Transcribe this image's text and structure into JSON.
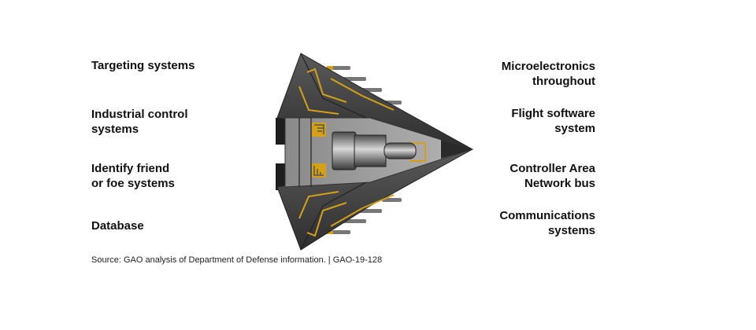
{
  "labels": {
    "targeting": [
      "Targeting systems"
    ],
    "industrial": [
      "Industrial control",
      "systems"
    ],
    "iff": [
      "Identify friend",
      "or foe systems"
    ],
    "database": [
      "Database"
    ],
    "microelectronics": [
      "Microelectronics",
      "throughout"
    ],
    "flight_software": [
      "Flight software",
      "system"
    ],
    "can_bus": [
      "Controller Area",
      "Network bus"
    ],
    "communications": [
      "Communications",
      "systems"
    ]
  },
  "source": "Source: GAO analysis of Department of Defense information.  |  GAO-19-128",
  "colors": {
    "accent": "#d4a017",
    "hull_dark": "#3a3a3a",
    "hull_mid": "#6a6a6a",
    "text": "#111111"
  }
}
